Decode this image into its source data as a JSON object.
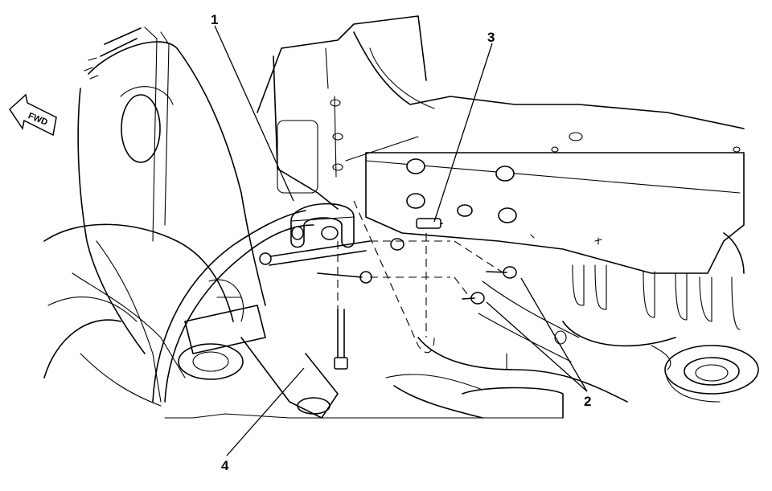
{
  "diagram": {
    "fwd_indicator": {
      "label": "FWD",
      "icon": "forward-arrow-icon"
    },
    "callouts": [
      {
        "id": "callout-1",
        "label": "1"
      },
      {
        "id": "callout-2",
        "label": "2"
      },
      {
        "id": "callout-3",
        "label": "3"
      },
      {
        "id": "callout-4",
        "label": "4"
      }
    ]
  }
}
